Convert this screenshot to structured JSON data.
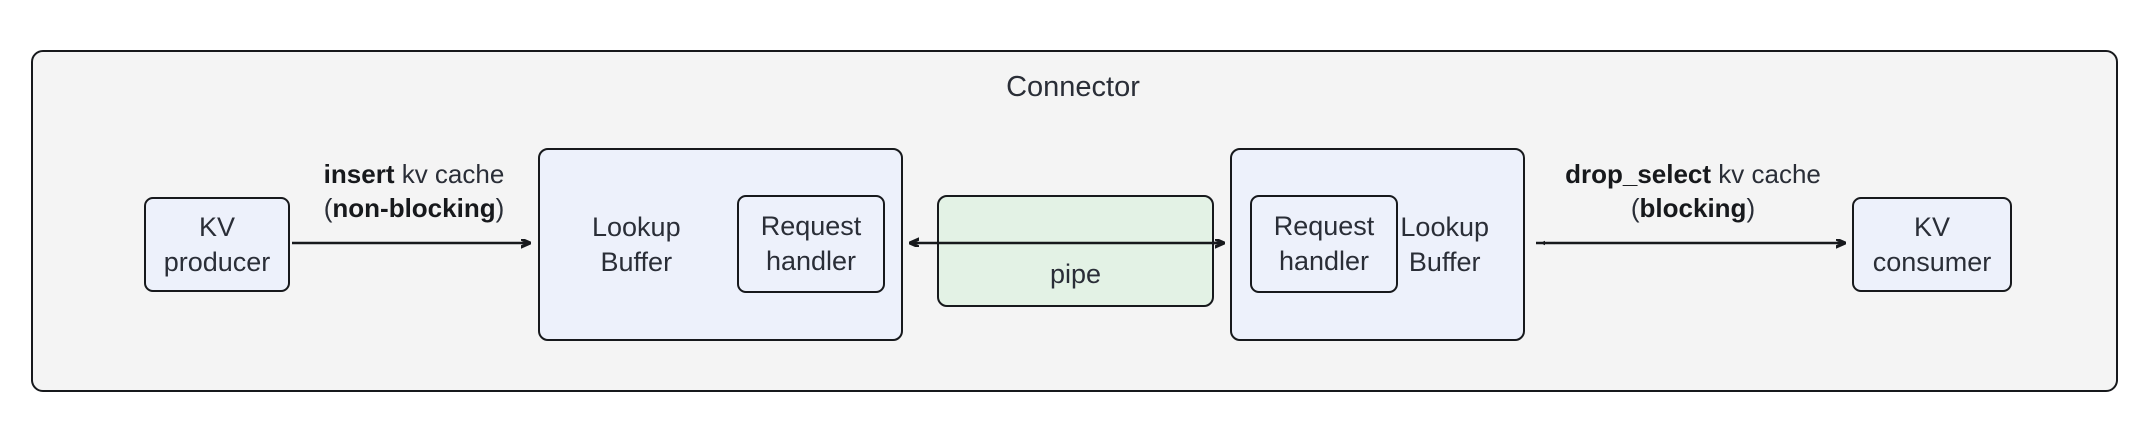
{
  "diagram": {
    "container": {
      "title": "Connector",
      "fill": "#f4f4f4",
      "stroke": "#17191c"
    },
    "colors": {
      "node_fill": "#edf1fb",
      "pipe_fill": "#e3f2e5",
      "stroke": "#17191c",
      "text": "#2a2e37"
    },
    "nodes": {
      "kv_producer": {
        "line1": "KV",
        "line2": "producer"
      },
      "kv_consumer": {
        "line1": "KV",
        "line2": "consumer"
      },
      "lookup_buffer_left": {
        "line1": "Lookup",
        "line2": "Buffer"
      },
      "lookup_buffer_right": {
        "line1": "Lookup",
        "line2": "Buffer"
      },
      "request_handler_left": {
        "line1": "Request",
        "line2": "handler"
      },
      "request_handler_right": {
        "line1": "Request",
        "line2": "handler"
      },
      "pipe": {
        "label": "pipe"
      }
    },
    "edges": {
      "insert": {
        "bold1": "insert",
        "plain1": " kv cache",
        "open_paren": "(",
        "bold2": "non-blocking",
        "close_paren": ")",
        "direction": "right"
      },
      "drop_select": {
        "bold1": "drop_select",
        "plain1": " kv cache",
        "open_paren": "(",
        "bold2": "blocking",
        "close_paren": ")",
        "direction": "both"
      },
      "pipe_to_left_buffer": {
        "direction": "left"
      },
      "pipe_to_right_buffer": {
        "direction": "right"
      }
    }
  }
}
